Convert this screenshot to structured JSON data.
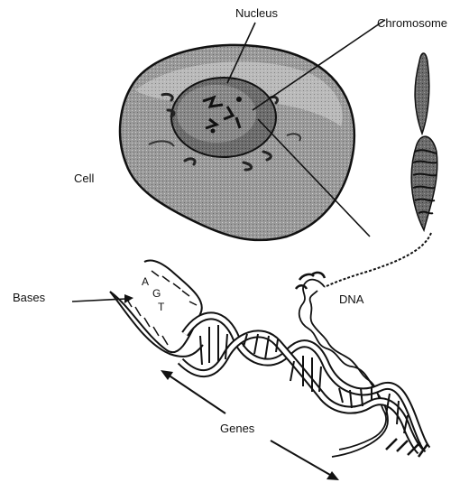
{
  "labels": {
    "nucleus": "Nucleus",
    "chromosome": "Chromosome",
    "cell": "Cell",
    "bases": "Bases",
    "dna": "DNA",
    "genes": "Genes"
  },
  "base_letters": [
    "A",
    "G",
    "T"
  ]
}
